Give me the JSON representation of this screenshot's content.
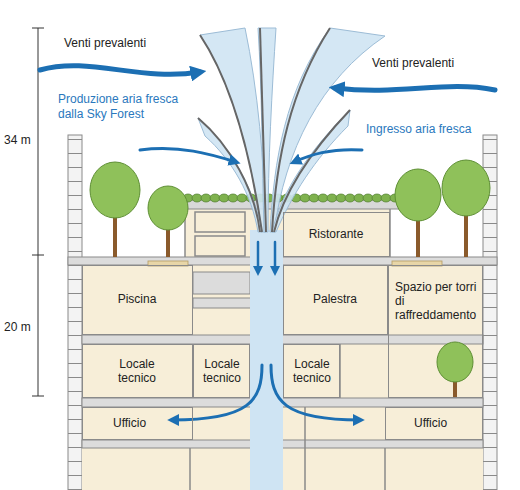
{
  "diagram": {
    "nodes": [
      {
        "text": [
          "Ristorante"
        ]
      },
      {
        "text": [
          "Piscina"
        ]
      },
      {
        "text": [
          "Palestra"
        ]
      },
      {
        "text": [
          "Spazio per torri di raffreddamento"
        ]
      },
      {
        "text": [
          "Locale tecnico"
        ]
      },
      {
        "text": [
          "Locale tecnico"
        ]
      },
      {
        "text": [
          "Locale tecnico"
        ]
      },
      {
        "text": [
          "Ufficio"
        ]
      },
      {
        "text": [
          "Ufficio"
        ]
      }
    ],
    "labels": [
      "Venti prevalenti",
      "Venti prevalenti",
      "Produzione aria fresca dalla Sky Forest",
      "Ingresso aria fresca",
      "34 m",
      "20 m"
    ]
  }
}
